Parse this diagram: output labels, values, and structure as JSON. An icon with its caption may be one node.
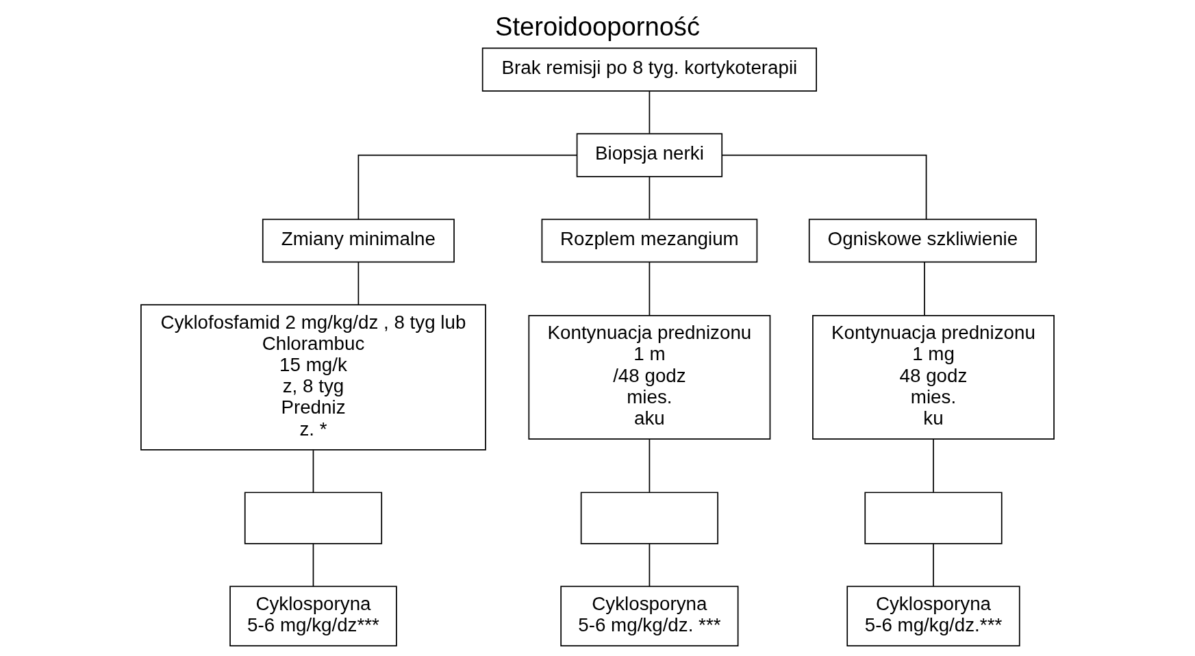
{
  "diagram": {
    "title": "Steroidooporność",
    "nodes": [
      {
        "text": [
          "Brak remisji po 8 tyg. kortykoterapii"
        ]
      },
      {
        "text": [
          "Biopsja nerki"
        ]
      },
      {
        "text": [
          "Zmiany minimalne"
        ]
      },
      {
        "text": [
          "Rozplem mezangium"
        ]
      },
      {
        "text": [
          "Ogniskowe szkliwienie"
        ]
      },
      {
        "text": [
          "Cyklofosfamid 2 mg/kg/dz , 8 tyg lub",
          "Chlorambuc",
          "15 mg/k",
          "z, 8 tyg",
          "Predniz",
          "z. *"
        ]
      },
      {
        "text": [
          "Kontynuacja prednizonu",
          "1 m",
          "/48 godz",
          "mies.",
          "aku"
        ]
      },
      {
        "text": [
          "Kontynuacja prednizonu",
          "1 mg",
          "48 godz",
          "mies.",
          "ku"
        ]
      },
      {
        "text": [],
        "shape": "box"
      },
      {
        "text": [],
        "shape": "box"
      },
      {
        "text": [],
        "shape": "box"
      },
      {
        "text": [
          "Cyklosporyna",
          "5-6 mg/kg/dz***"
        ]
      },
      {
        "text": [
          "Cyklosporyna",
          "5-6 mg/kg/dz. ***"
        ]
      },
      {
        "text": [
          "Cyklosporyna",
          "5-6 mg/kg/dz.***"
        ]
      }
    ],
    "edges": [
      {
        "from": 0,
        "to": 1,
        "arrow": "none"
      },
      {
        "from": 1,
        "to": 2,
        "arrow": "none"
      },
      {
        "from": 1,
        "to": 3,
        "arrow": "none"
      },
      {
        "from": 1,
        "to": 4,
        "arrow": "none"
      },
      {
        "from": 2,
        "to": 5,
        "arrow": "none"
      },
      {
        "from": 3,
        "to": 6,
        "arrow": "none"
      },
      {
        "from": 4,
        "to": 7,
        "arrow": "none"
      },
      {
        "from": 5,
        "to": 8,
        "arrow": "none"
      },
      {
        "from": 6,
        "to": 9,
        "arrow": "none"
      },
      {
        "from": 7,
        "to": 10,
        "arrow": "none"
      },
      {
        "from": 8,
        "to": 11,
        "arrow": "none"
      },
      {
        "from": 9,
        "to": 12,
        "arrow": "none"
      },
      {
        "from": 10,
        "to": 13,
        "arrow": "none"
      }
    ]
  }
}
